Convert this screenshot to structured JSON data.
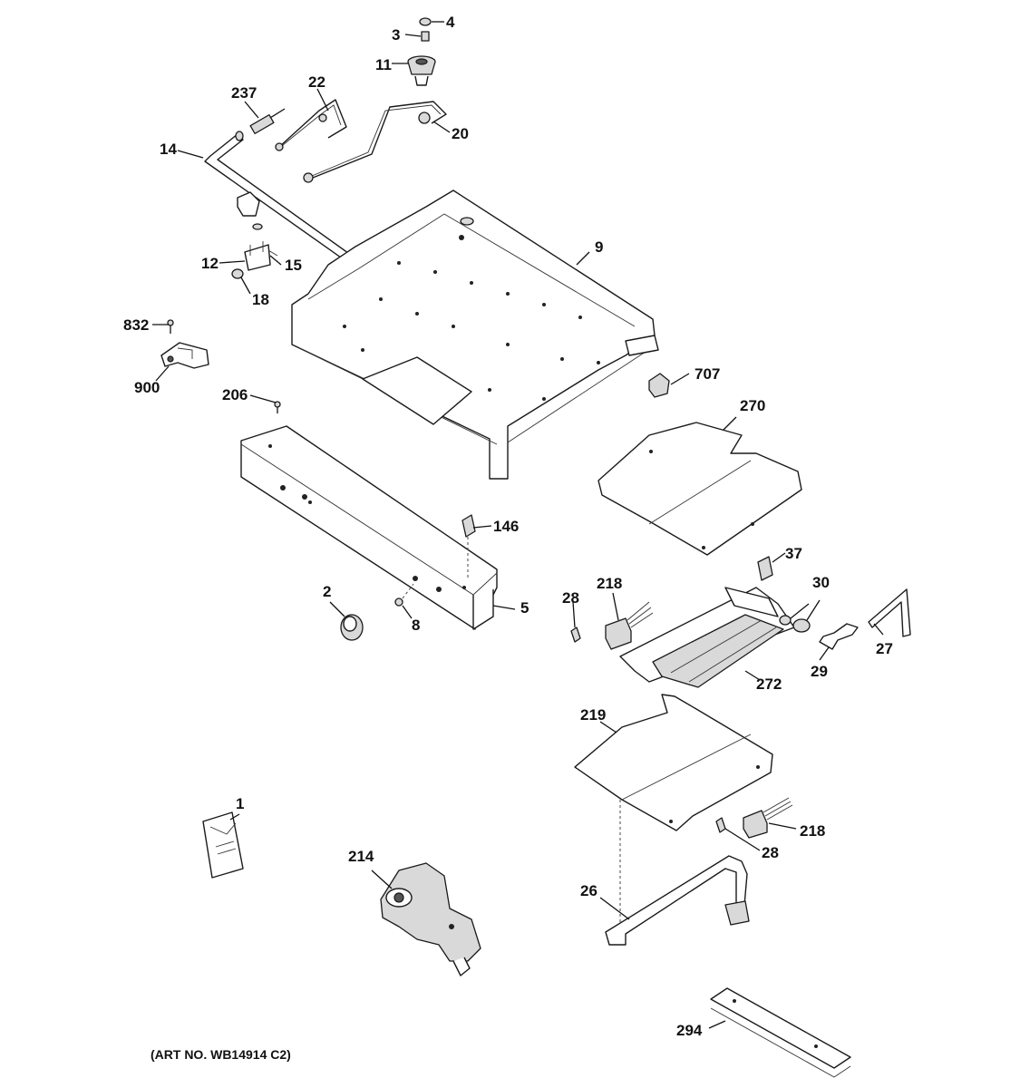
{
  "diagram": {
    "art_number": "(ART NO. WB14914 C2)",
    "callouts": [
      "3",
      "4",
      "11",
      "237",
      "22",
      "20",
      "14",
      "9",
      "12",
      "15",
      "18",
      "832",
      "900",
      "707",
      "206",
      "270",
      "146",
      "37",
      "30",
      "218",
      "28",
      "2",
      "8",
      "5",
      "27",
      "29",
      "272",
      "219",
      "218",
      "28",
      "1",
      "214",
      "26",
      "294"
    ]
  }
}
